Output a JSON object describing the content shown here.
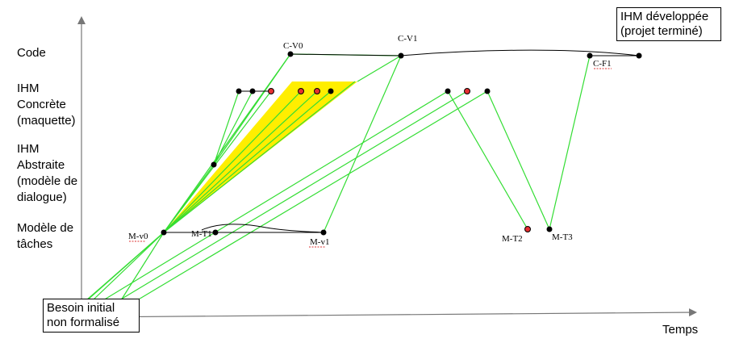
{
  "axes": {
    "x_title": "Temps"
  },
  "rows": [
    {
      "id": "code",
      "label": "Code"
    },
    {
      "id": "ihm-concrete",
      "label": "IHM\nConcrète\n(maquette)"
    },
    {
      "id": "ihm-abstraite",
      "label": "IHM\nAbstraite\n(modèle de\ndialogue)"
    },
    {
      "id": "modele-taches",
      "label": "Modèle de\ntâches"
    }
  ],
  "boxes": {
    "start": "Besoin initial\nnon formalisé",
    "end": "IHM développée\n(projet terminé)"
  },
  "nodes": {
    "c_v0": "C-V0",
    "c_v1": "C-V1",
    "c_f1": "C-F1",
    "m_v0": "M-v0",
    "m_t1": "M-T1",
    "m_v1": "M-v1",
    "m_t2": "M-T2",
    "m_t3": "M-T3"
  },
  "colors": {
    "link": "#33dd33",
    "highlight": "#ffee00",
    "node": "#000000",
    "node_red": "#e53030",
    "axis": "#777777"
  }
}
